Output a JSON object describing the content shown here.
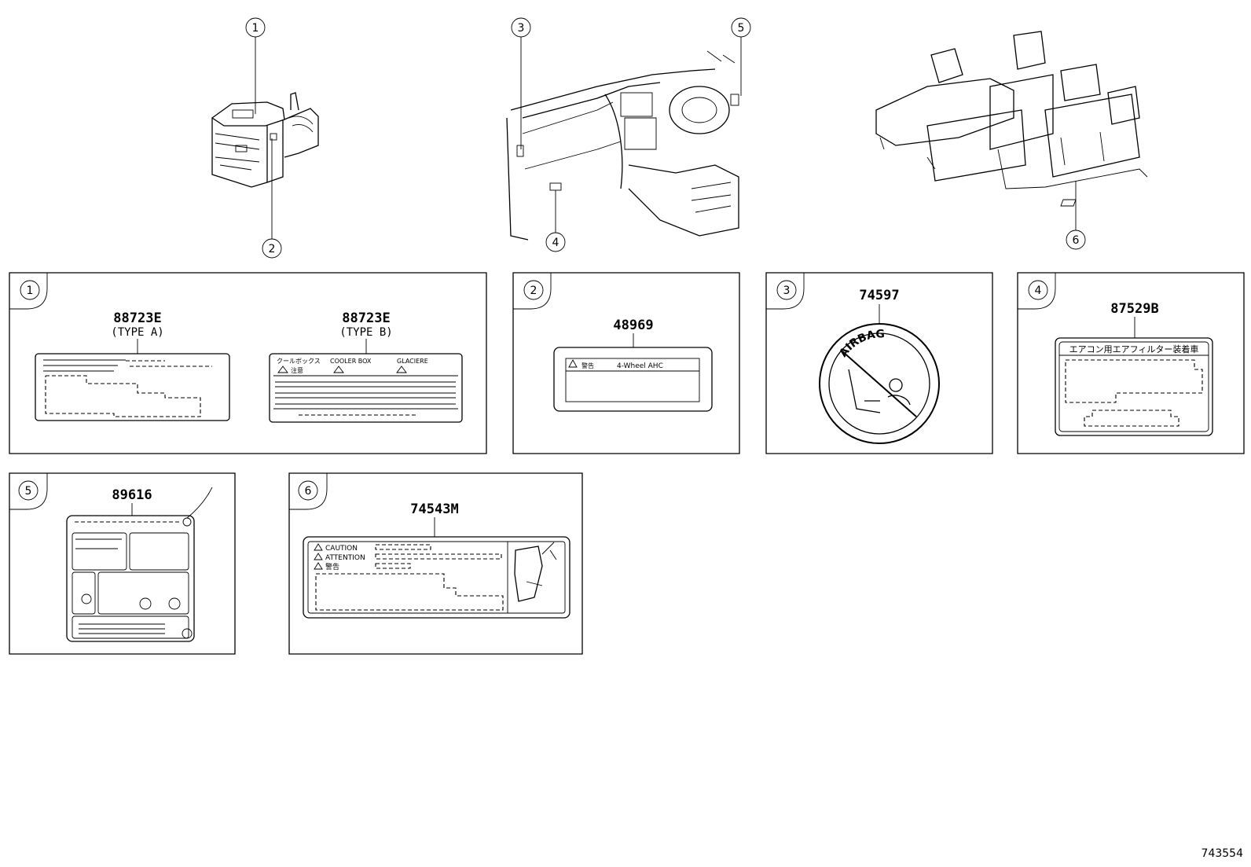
{
  "callouts": [
    "1",
    "2",
    "3",
    "4",
    "5",
    "6"
  ],
  "panels": {
    "p1": {
      "num": "1",
      "left": {
        "part": "88723E",
        "type": "(TYPE A)"
      },
      "right": {
        "part": "88723E",
        "type": "(TYPE B)",
        "header": [
          "クールボックス",
          "COOLER BOX",
          "GLACIERE"
        ],
        "warn": "注意"
      }
    },
    "p2": {
      "num": "2",
      "part": "48969",
      "warn": "警告",
      "text": "4-Wheel AHC"
    },
    "p3": {
      "num": "3",
      "part": "74597",
      "ring": "AIRBAG"
    },
    "p4": {
      "num": "4",
      "part": "87529B",
      "title": "エアコン用エアフィルター装着車"
    },
    "p5": {
      "num": "5",
      "part": "89616"
    },
    "p6": {
      "num": "6",
      "part": "74543M",
      "lines": [
        "CAUTION",
        "ATTENTION",
        "警告"
      ]
    }
  },
  "figure_id": "743554"
}
